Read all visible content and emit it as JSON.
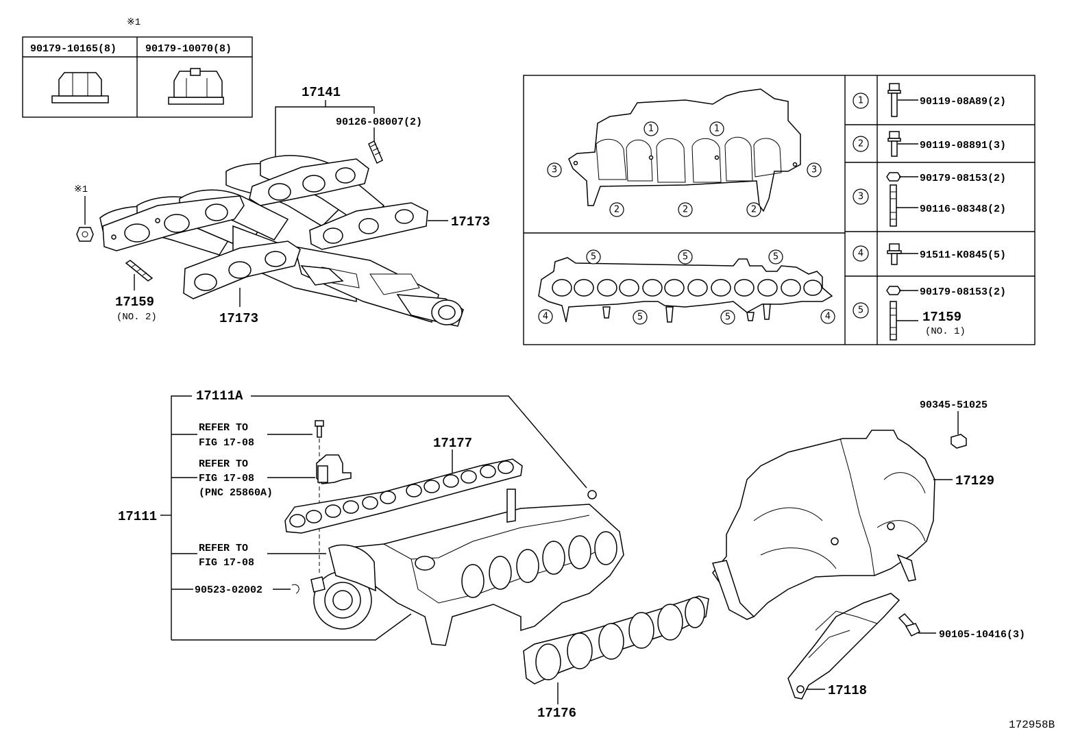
{
  "diagram_id": "172958B",
  "nut_table": {
    "note": "※1",
    "left_part": "90179-10165(8)",
    "right_part": "90179-10070(8)"
  },
  "exhaust": {
    "manifold_assy": "17141",
    "stud_top": "90126-08007(2)",
    "gasket_right": "17173",
    "gasket_bottom": "17173",
    "stud_left": "17159",
    "stud_left_note": "(NO. 2)",
    "note_marker": "※1"
  },
  "fastener_table": {
    "rows": [
      {
        "key": "1",
        "parts": [
          "90119-08A89(2)"
        ]
      },
      {
        "key": "2",
        "parts": [
          "90119-08891(3)"
        ]
      },
      {
        "key": "3",
        "parts": [
          "90179-08153(2)",
          "90116-08348(2)"
        ]
      },
      {
        "key": "4",
        "parts": [
          "91511-K0845(5)"
        ]
      },
      {
        "key": "5",
        "parts": [
          "90179-08153(2)",
          "17159"
        ],
        "note": "(NO. 1)"
      }
    ]
  },
  "intake": {
    "assy_a": "17111A",
    "assy": "17111",
    "refer1_line1": "REFER TO",
    "refer1_line2": "FIG 17-08",
    "refer2_line1": "REFER TO",
    "refer2_line2": "FIG 17-08",
    "refer2_line3": "(PNC 25860A)",
    "refer3_line1": "REFER TO",
    "refer3_line2": "FIG 17-08",
    "pin": "90523-02002",
    "gasket_upper": "17177",
    "gasket_lower": "17176",
    "plenum": "17129",
    "plug": "90345-51025",
    "bracket": "17118",
    "bracket_bolt": "90105-10416(3)"
  }
}
